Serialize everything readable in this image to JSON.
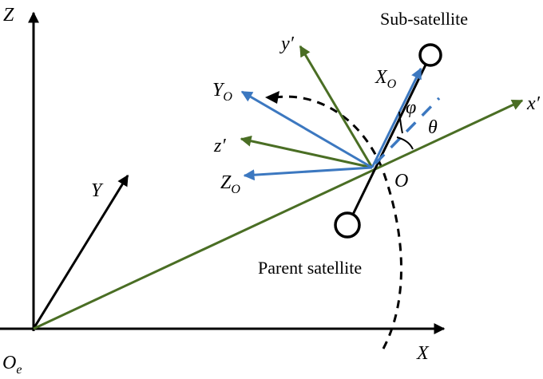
{
  "labels": {
    "Z_axis": "Z",
    "X_axis": "X",
    "Y_axis": "Y",
    "origin_e": "O",
    "origin_e_sub": "e",
    "origin": "O",
    "x_prime": "x′",
    "y_prime": "y′",
    "z_prime": "z′",
    "X_O": "X",
    "X_O_sub": "O",
    "Y_O": "Y",
    "Y_O_sub": "O",
    "Z_O": "Z",
    "Z_O_sub": "O",
    "phi": "φ",
    "theta": "θ",
    "sub_satellite": "Sub-satellite",
    "parent_satellite": "Parent satellite"
  },
  "colors": {
    "black": "#000000",
    "green": "#4a6e24",
    "blue": "#3c78c0"
  }
}
